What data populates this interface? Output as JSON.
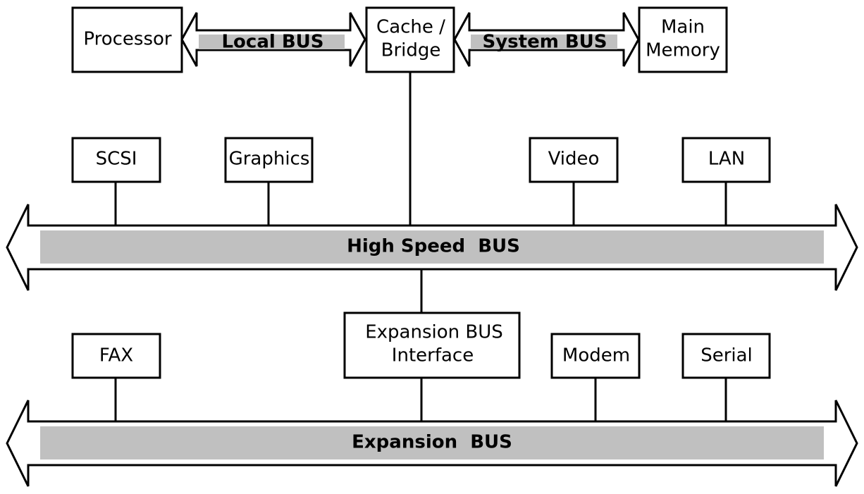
{
  "components": {
    "processor": "Processor",
    "cache_bridge": [
      "Cache /",
      "Bridge"
    ],
    "main_memory": [
      "Main",
      "Memory"
    ],
    "scsi": "SCSI",
    "graphics": "Graphics",
    "video": "Video",
    "lan": "LAN",
    "expansion_interface": [
      "Expansion BUS",
      "Interface"
    ],
    "fax": "FAX",
    "modem": "Modem",
    "serial": "Serial"
  },
  "buses": {
    "local": "Local BUS",
    "system": "System BUS",
    "high_speed": "High Speed  BUS",
    "expansion": "Expansion  BUS"
  },
  "colors": {
    "band": "#c0c0c0",
    "stroke": "#000000",
    "background": "#ffffff"
  }
}
